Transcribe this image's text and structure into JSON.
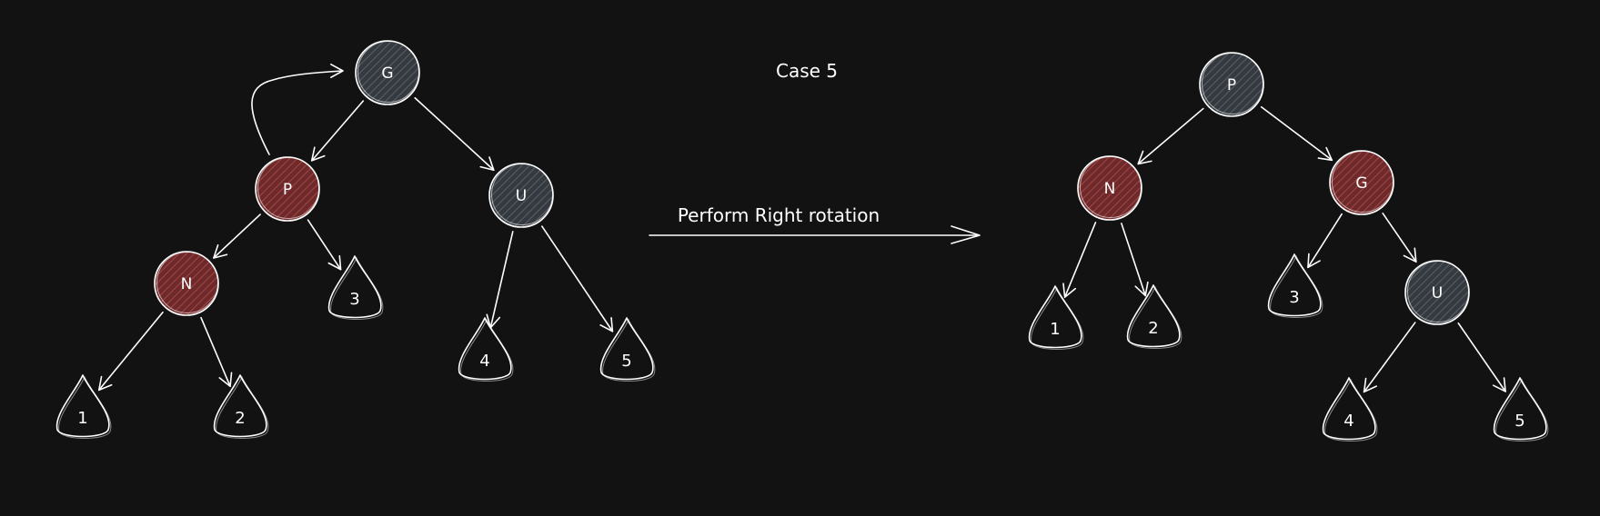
{
  "title": "Case 5",
  "operation_label": "Perform Right rotation",
  "colors": {
    "background": "#121212",
    "black_node": "#343a40",
    "red_node": "#7b2f2f",
    "stroke": "#ffffff"
  },
  "before": {
    "nodes": [
      {
        "id": "G",
        "label": "G",
        "color": "black"
      },
      {
        "id": "P",
        "label": "P",
        "color": "red"
      },
      {
        "id": "U",
        "label": "U",
        "color": "black"
      },
      {
        "id": "N",
        "label": "N",
        "color": "red"
      }
    ],
    "leaves": [
      {
        "id": "L1",
        "label": "1"
      },
      {
        "id": "L2",
        "label": "2"
      },
      {
        "id": "L3",
        "label": "3"
      },
      {
        "id": "L4",
        "label": "4"
      },
      {
        "id": "L5",
        "label": "5"
      }
    ],
    "edges": [
      {
        "from": "G",
        "to": "P"
      },
      {
        "from": "G",
        "to": "U"
      },
      {
        "from": "P",
        "to": "N"
      },
      {
        "from": "P",
        "to": "L3"
      },
      {
        "from": "N",
        "to": "L1"
      },
      {
        "from": "N",
        "to": "L2"
      },
      {
        "from": "U",
        "to": "L4"
      },
      {
        "from": "U",
        "to": "L5"
      }
    ]
  },
  "after": {
    "nodes": [
      {
        "id": "P",
        "label": "P",
        "color": "black"
      },
      {
        "id": "N",
        "label": "N",
        "color": "red"
      },
      {
        "id": "G",
        "label": "G",
        "color": "red"
      },
      {
        "id": "U",
        "label": "U",
        "color": "black"
      }
    ],
    "leaves": [
      {
        "id": "L1",
        "label": "1"
      },
      {
        "id": "L2",
        "label": "2"
      },
      {
        "id": "L3",
        "label": "3"
      },
      {
        "id": "L4",
        "label": "4"
      },
      {
        "id": "L5",
        "label": "5"
      }
    ],
    "edges": [
      {
        "from": "P",
        "to": "N"
      },
      {
        "from": "P",
        "to": "G"
      },
      {
        "from": "N",
        "to": "L1"
      },
      {
        "from": "N",
        "to": "L2"
      },
      {
        "from": "G",
        "to": "L3"
      },
      {
        "from": "G",
        "to": "U"
      },
      {
        "from": "U",
        "to": "L4"
      },
      {
        "from": "U",
        "to": "L5"
      }
    ]
  }
}
